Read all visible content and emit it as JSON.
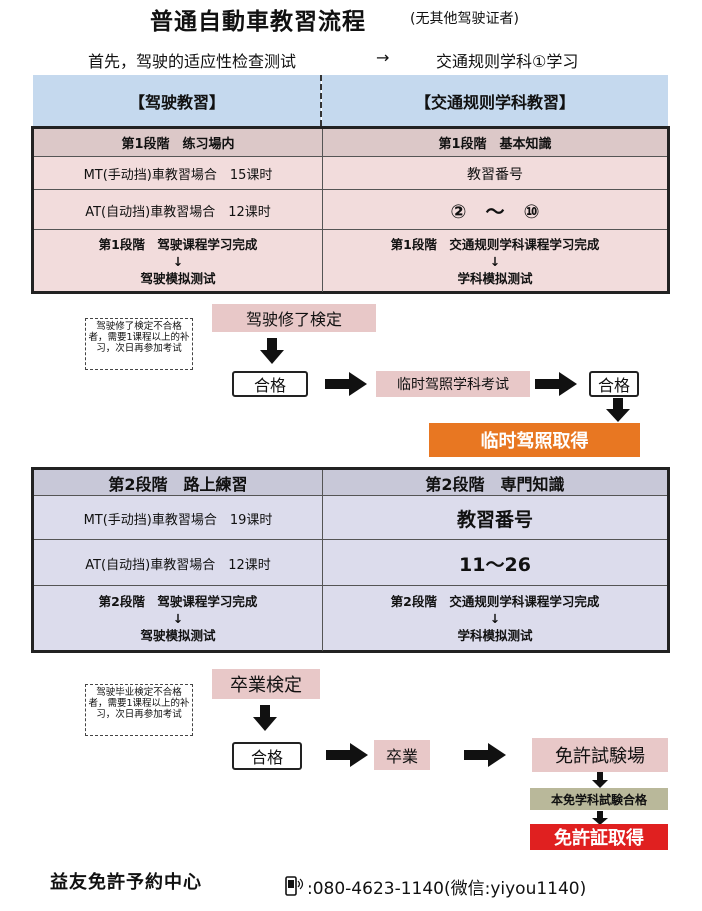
{
  "title": {
    "main": "普通自動車教習流程",
    "sub": "(无其他驾驶证者)"
  },
  "subtitle": {
    "left": "首先，驾驶的适应性检查测试",
    "arrow": "→",
    "right": "交通规则学科①学习"
  },
  "headers": {
    "left": "【驾驶教習】",
    "right": "【交通规则学科教習】"
  },
  "stage1": {
    "left_title": "第1段階　练习場内",
    "right_title": "第1段階　基本知識",
    "mt": "MT(手动挡)車教習場合　15课时",
    "at": "AT(自动挡)車教習場合　12课时",
    "lesson_no_label": "教習番号",
    "lesson_range": "②　～　⑩",
    "left_complete": "第1段階　驾驶课程学习完成",
    "left_test": "驾驶模拟测试",
    "right_complete": "第1段階　交通规则学科课程学习完成",
    "right_test": "学科模拟测试",
    "down_arrow": "↓"
  },
  "flow1": {
    "note": "驾驶修了検定不合格者，需要1课程以上的补习，次日再参加考试",
    "exam": "驾驶修了検定",
    "pass": "合格",
    "written": "临时驾照学科考试",
    "pass2": "合格",
    "result": "临时驾照取得"
  },
  "stage2": {
    "left_title": "第2段階　路上練習",
    "right_title": "第2段階　専門知識",
    "mt": "MT(手动挡)車教習場合　19课时",
    "at": "AT(自动挡)車教習場合　12课时",
    "lesson_no_label": "教習番号",
    "lesson_range": "11～26",
    "left_complete": "第2段階　驾驶课程学习完成",
    "left_test": "驾驶模拟测试",
    "right_complete": "第2段階　交通规则学科课程学习完成",
    "right_test": "学科模拟测试",
    "down_arrow": "↓"
  },
  "flow2": {
    "note": "驾驶毕业検定不合格者，需要1课程以上的补习，次日再参加考试",
    "exam": "卒業検定",
    "pass": "合格",
    "graduate": "卒業",
    "center": "免許試験場",
    "written": "本免学科試験合格",
    "result": "免許証取得"
  },
  "footer": {
    "center_name": "益友免許予約中心",
    "phone_icon": "phone-icon",
    "phone": ":080-4623-1140(微信:yiyou1140)"
  },
  "colors": {
    "header_blue": "#c5d9ee",
    "stage1_pink": "#f2dcdc",
    "stage2_lavender": "#dcdcec",
    "orange": "#e87722",
    "red": "#e02020"
  }
}
